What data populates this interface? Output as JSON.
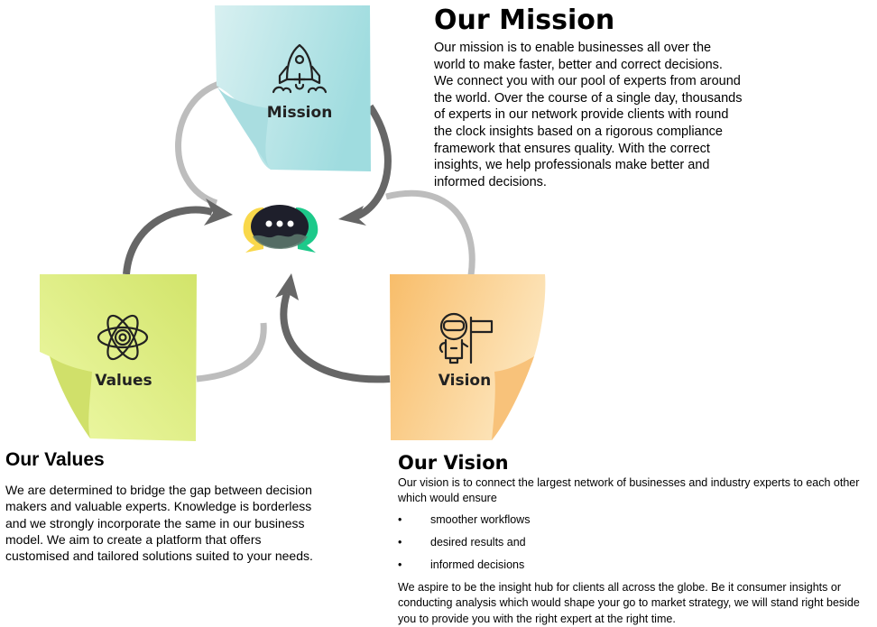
{
  "diagram": {
    "notes": [
      {
        "key": "mission",
        "label": "Mission",
        "icon": "rocket-icon",
        "color_start": "#d8f0f1",
        "color_end": "#9fdcdf"
      },
      {
        "key": "values",
        "label": "Values",
        "icon": "atom-icon",
        "color_start": "#eef9a8",
        "color_end": "#d2e46a"
      },
      {
        "key": "vision",
        "label": "Vision",
        "icon": "astronaut-flag-icon",
        "color_start": "#f8bd6a",
        "color_end": "#fde6bd"
      }
    ],
    "center_icon": "chat-bubbles-icon",
    "colors": {
      "arrow_dark": "#666666",
      "arrow_light": "#bdbdbd",
      "bubble_yellow": "#f9d84b",
      "bubble_green": "#1dc98a",
      "bubble_dark": "#1e1f2b"
    }
  },
  "mission": {
    "title": "Our Mission",
    "body": "Our mission is to enable businesses all over the world to make faster, better and correct decisions. We connect you with our pool of experts from around the world. Over the course of a single day, thousands of experts in our network provide clients with round the clock insights based on a rigorous compliance framework that ensures quality. With the correct insights, we help professionals make better and informed decisions."
  },
  "values": {
    "title": "Our Values",
    "body": "We are determined to bridge the gap between decision makers and valuable experts. Knowledge is borderless and we strongly incorporate the same in our business model. We aim to create a platform that offers customised and tailored solutions suited to your needs."
  },
  "vision": {
    "title": "Our Vision",
    "intro": "Our vision is to connect the largest network of businesses and industry experts to each other which would ensure",
    "bullet_glyph": "•",
    "bullets": [
      "smoother workflows",
      "desired results and",
      "informed decisions"
    ],
    "outro": "We aspire to be the insight hub for clients all across the globe. Be it consumer insights or conducting analysis which would shape your go to market strategy, we will stand right beside you to provide you with the right expert at the right time."
  }
}
